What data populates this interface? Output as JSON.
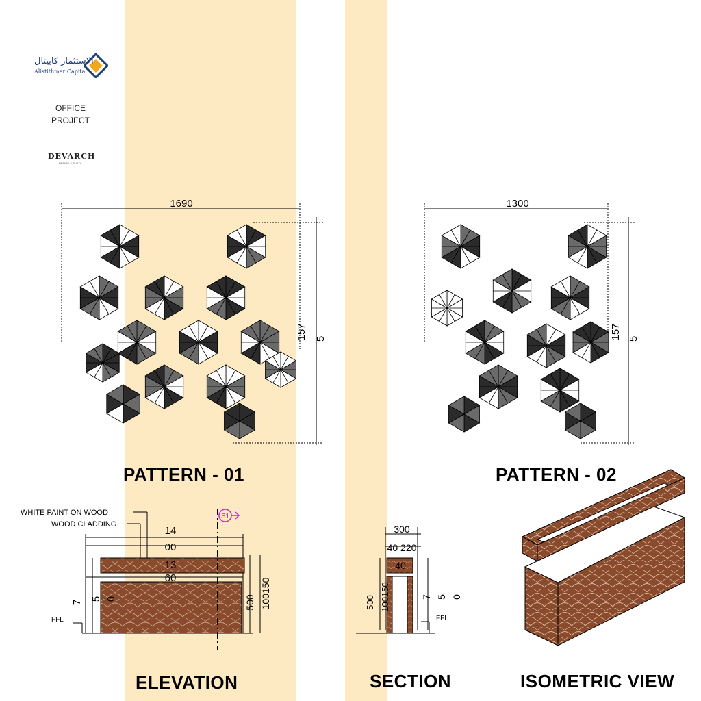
{
  "branding": {
    "client_arabic": "الاستثمار كابيتال",
    "client_english": "Alistithmar Capital",
    "project_line1": "OFFICE",
    "project_line2": "PROJECT",
    "designer": "DEVARCH",
    "designer_tagline": "DESIGN & BUILD"
  },
  "patterns": {
    "p1": {
      "title": "PATTERN - 01",
      "width_dim": "1690",
      "height_dim_a": "157",
      "height_dim_b": "5"
    },
    "p2": {
      "title": "PATTERN - 02",
      "width_dim": "1300",
      "height_dim_a": "157",
      "height_dim_b": "5"
    }
  },
  "elevation": {
    "title": "ELEVATION",
    "note_paint": "WHITE PAINT ON WOOD",
    "note_cladding": "WOOD CLADDING",
    "section_marker": "S1",
    "dim_total_a": "14",
    "dim_total_b": "00",
    "dim_top_a": "13",
    "dim_top_b": "60",
    "dim_side_a": "7",
    "dim_side_b": "5",
    "dim_side_c": "0",
    "dim_500": "500",
    "dim_100150": "100150",
    "ffl": "FFL"
  },
  "section": {
    "title": "SECTION",
    "dim_300": "300",
    "dim_40_220": "40 220",
    "dim_40": "40",
    "dim_500": "500",
    "dim_100150": "100150",
    "dim_side_a": "7",
    "dim_side_b": "5",
    "dim_side_c": "0",
    "ffl": "FFL"
  },
  "isometric": {
    "title": "ISOMETRIC VIEW"
  },
  "colors": {
    "band": "#fde9c2",
    "wood": "#8a4a2c",
    "dark_tri": "#2b2b2b",
    "mid_tri": "#6a6a6a",
    "marker": "#d11fd1"
  }
}
